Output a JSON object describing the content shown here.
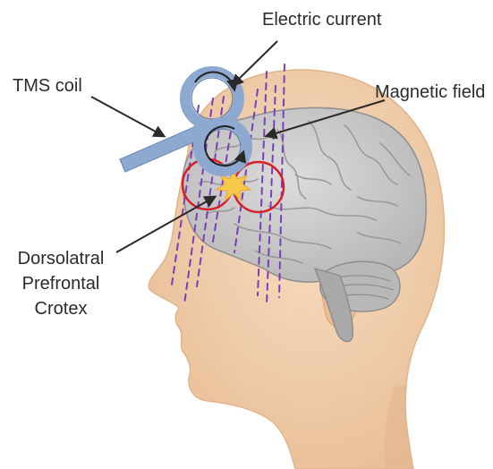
{
  "labels": {
    "electric_current": "Electric current",
    "tms_coil": "TMS coil",
    "magnetic_field": "Magnetic field",
    "dlpfc_line1": "Dorsolatral",
    "dlpfc_line2": "Prefrontal",
    "dlpfc_line3": "Crotex"
  },
  "colors": {
    "skin": "#f2cfad",
    "skin_shadow": "#e6b994",
    "brain": "#c9c9c9",
    "brain_dark": "#9a9a9a",
    "coil": "#8ea9cf",
    "coil_outline": "#5f7fae",
    "field_lines": "#7a3fb8",
    "target_circles": "#d81f26",
    "stimulation_burst": "#f6c94a",
    "arrows": "#2a2a2a"
  }
}
